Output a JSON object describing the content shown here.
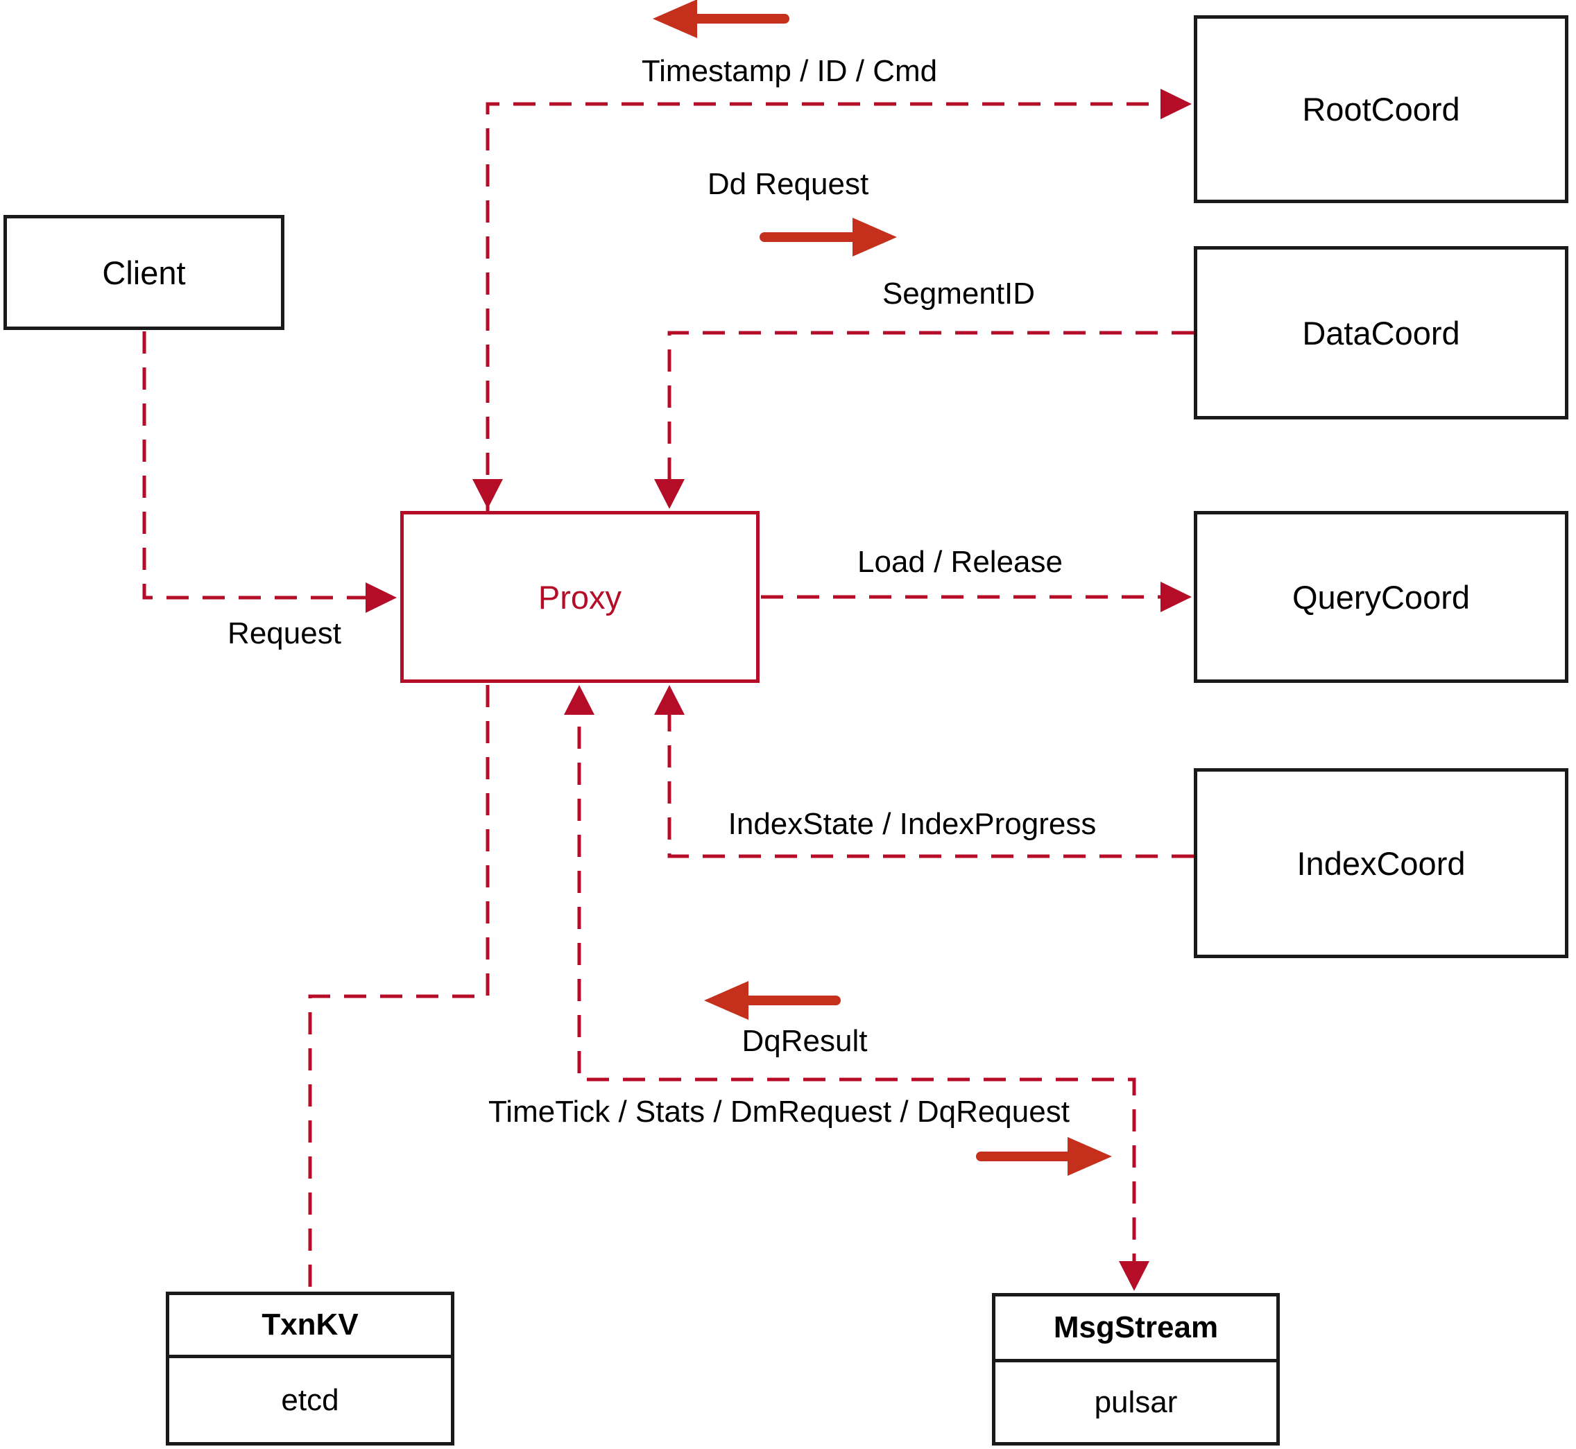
{
  "diagram": {
    "title_hint": "Proxy architecture diagram",
    "nodes": {
      "client": {
        "label": "Client"
      },
      "proxy": {
        "label": "Proxy"
      },
      "root_coord": {
        "label": "RootCoord"
      },
      "data_coord": {
        "label": "DataCoord"
      },
      "query_coord": {
        "label": "QueryCoord"
      },
      "index_coord": {
        "label": "IndexCoord"
      },
      "txn_kv": {
        "title": "TxnKV",
        "body": "etcd"
      },
      "msg_stream": {
        "title": "MsgStream",
        "body": "pulsar"
      }
    },
    "edge_labels": {
      "timestamp": "Timestamp / ID / Cmd",
      "dd_request": "Dd Request",
      "segment_id": "SegmentID",
      "load_release": "Load / Release",
      "index_state": "IndexState / IndexProgress",
      "request": "Request",
      "dq_result": "DqResult",
      "timetick": "TimeTick / Stats / DmRequest / DqRequest"
    },
    "colors": {
      "dashed_line_red": "#B50D28",
      "solid_arrow_red": "#C5301C",
      "box_border_black": "#1A1A1A",
      "text_black": "#000000",
      "background": "#FFFFFF"
    }
  }
}
